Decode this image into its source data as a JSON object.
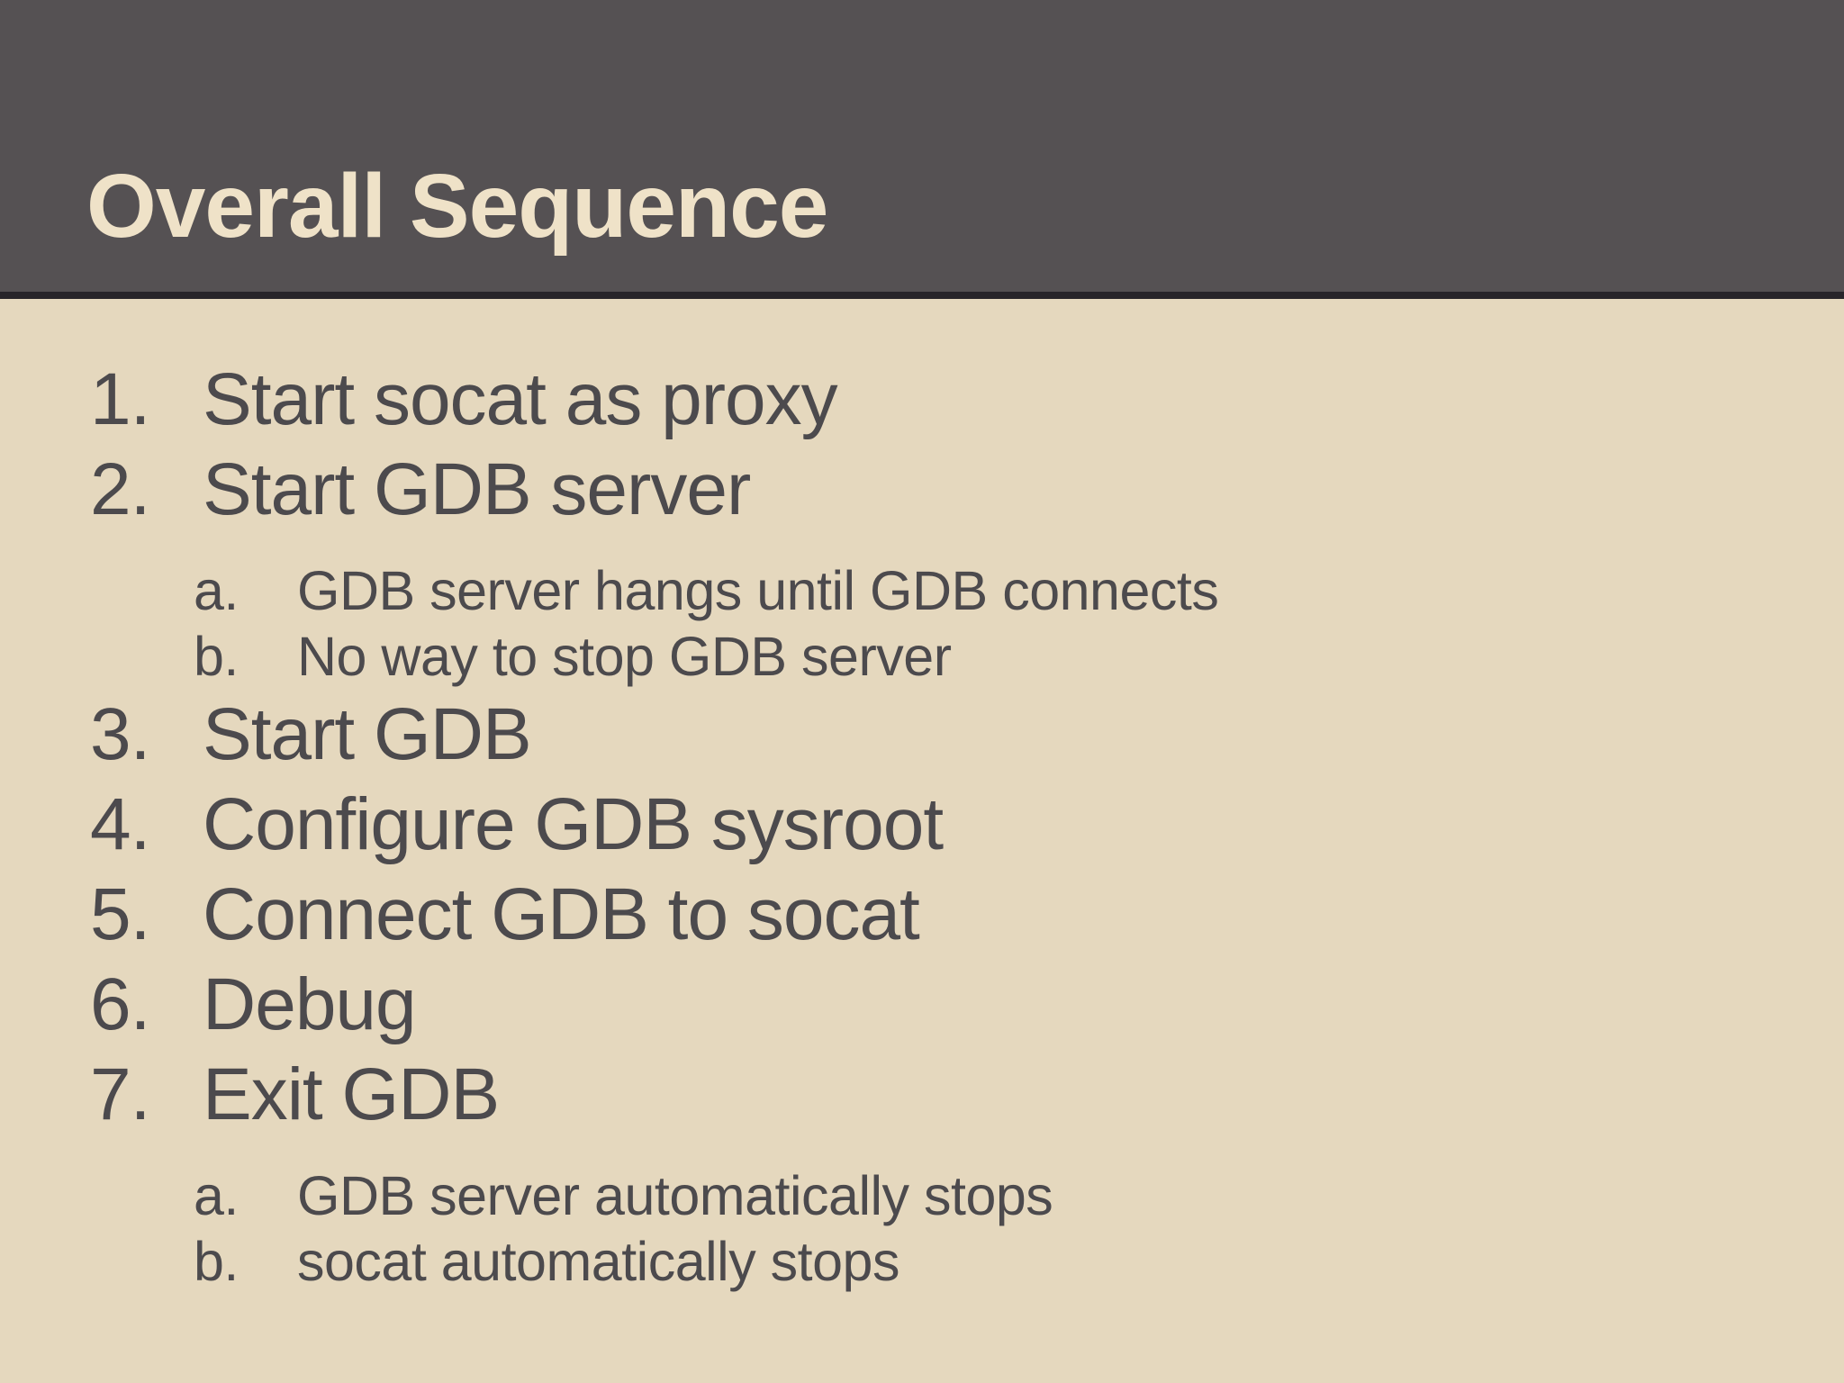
{
  "colors": {
    "header_bg": "#555153",
    "header_rule": "#28252a",
    "body_bg": "#e5d8be",
    "title_text": "#efe2c8",
    "body_text": "#4c4a4d"
  },
  "header": {
    "title": "Overall Sequence"
  },
  "list": {
    "items": [
      {
        "marker": "1.",
        "text": "Start socat as proxy",
        "level": 1
      },
      {
        "marker": "2.",
        "text": "Start GDB server",
        "level": 1
      },
      {
        "marker": "a.",
        "text": "GDB server hangs until GDB connects",
        "level": 2
      },
      {
        "marker": "b.",
        "text": "No way to stop GDB server",
        "level": 2
      },
      {
        "marker": "3.",
        "text": "Start GDB",
        "level": 1
      },
      {
        "marker": "4.",
        "text": "Configure GDB sysroot",
        "level": 1
      },
      {
        "marker": "5.",
        "text": "Connect GDB to socat",
        "level": 1
      },
      {
        "marker": "6.",
        "text": "Debug",
        "level": 1
      },
      {
        "marker": "7.",
        "text": "Exit GDB",
        "level": 1
      },
      {
        "marker": "a.",
        "text": "GDB server automatically stops",
        "level": 2
      },
      {
        "marker": "b.",
        "text": "socat automatically stops",
        "level": 2
      }
    ]
  }
}
